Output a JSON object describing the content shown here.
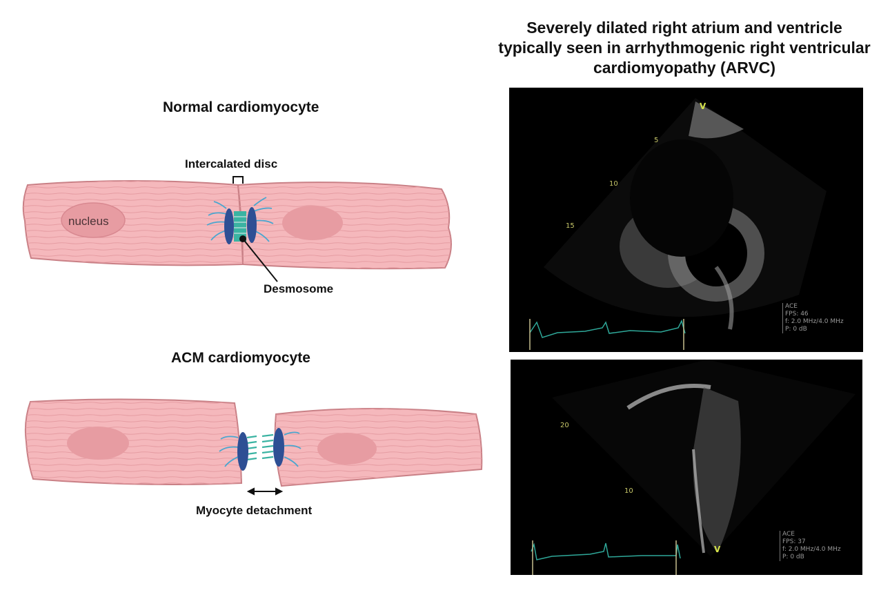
{
  "left_panel": {
    "normal": {
      "title": "Normal cardiomyocyte",
      "intercalated_disc_label": "Intercalated disc",
      "nucleus_label": "nucleus",
      "desmosome_label": "Desmosome"
    },
    "acm": {
      "title": "ACM cardiomyocyte",
      "detachment_label": "Myocyte detachment"
    }
  },
  "right_panel": {
    "title": "Severely dilated right atrium and ventricle typically seen in arrhythmogenic right ventricular cardiomyopathy (ARVC)",
    "echo_top": {
      "marker": "V",
      "depth_labels": [
        "5",
        "10",
        "15"
      ],
      "info": [
        "ACE",
        "FPS: 46",
        "f: 2.0 MHz/4.0 MHz",
        "P: 0 dB"
      ]
    },
    "echo_bottom": {
      "marker": "V",
      "depth_labels": [
        "20",
        "10"
      ],
      "info": [
        "ACE",
        "FPS: 37",
        "f: 2.0 MHz/4.0 MHz",
        "P: 0 dB"
      ]
    }
  },
  "colors": {
    "cell_fill": "#f5b8bc",
    "cell_stroke": "#c98086",
    "nucleus": "#e79ca2",
    "desmosome_plaque": "#2e4f94",
    "filaments": "#4aa6cf",
    "cadherin": "#3ab3a2",
    "ecg": "#2fa99a"
  }
}
